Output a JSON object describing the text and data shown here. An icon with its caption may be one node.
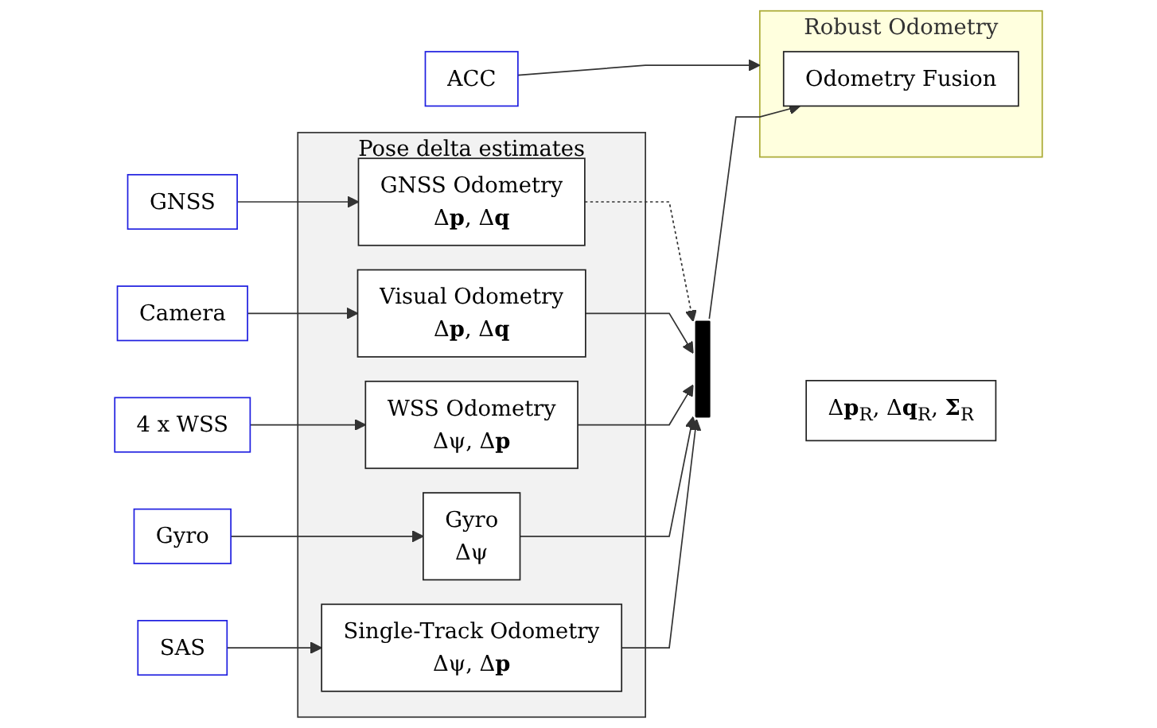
{
  "diagram": {
    "nodes": [
      {
        "text": [
          "SAS"
        ]
      },
      {
        "text": [
          "Gyro"
        ]
      },
      {
        "text": [
          "4 x WSS"
        ]
      },
      {
        "text": [
          "Camera"
        ]
      },
      {
        "text": [
          "GNSS"
        ]
      },
      {
        "text": [
          "Pose delta estimates"
        ]
      },
      {
        "text": [
          "Single-Track Odometry",
          "Δψ, Δ**p**"
        ],
        "in": 5
      },
      {
        "text": [
          "Gyro",
          "Δψ"
        ],
        "in": 5
      },
      {
        "text": [
          "WSS Odometry",
          "Δψ, Δ**p**"
        ],
        "in": 5
      },
      {
        "text": [
          "Visual Odometry",
          "Δ**p**, Δ**q**"
        ],
        "in": 5
      },
      {
        "text": [
          "GNSS Odometry",
          "Δ**p**, Δ**q**"
        ],
        "in": 5
      },
      {
        "text": [],
        "shape": "bar"
      },
      {
        "text": [
          "ACC"
        ]
      },
      {
        "text": [
          "Robust Odometry"
        ]
      },
      {
        "text": [
          "Odometry Fusion"
        ],
        "in": 13
      },
      {
        "text": [
          "Δ**p**$_{R}$, Δ**q**$_{R}$, **Σ**$_{R}$"
        ]
      }
    ],
    "edges": [
      {
        "from": 0,
        "to": 6,
        "arrow": "to"
      },
      {
        "from": 1,
        "to": 7,
        "arrow": "to"
      },
      {
        "from": 2,
        "to": 8,
        "arrow": "to"
      },
      {
        "from": 3,
        "to": 9,
        "arrow": "to"
      },
      {
        "from": 4,
        "to": 10,
        "arrow": "to"
      },
      {
        "from": 6,
        "to": 11,
        "arrow": "to"
      },
      {
        "from": 7,
        "to": 11,
        "arrow": "to"
      },
      {
        "from": 8,
        "to": 11,
        "arrow": "to"
      },
      {
        "from": 9,
        "to": 11,
        "arrow": "to"
      },
      {
        "from": 10,
        "to": 11,
        "arrow": "to",
        "style": "dashed"
      },
      {
        "from": 11,
        "to": 14,
        "arrow": "to"
      },
      {
        "from": 12,
        "to": 13,
        "arrow": "to"
      }
    ]
  }
}
